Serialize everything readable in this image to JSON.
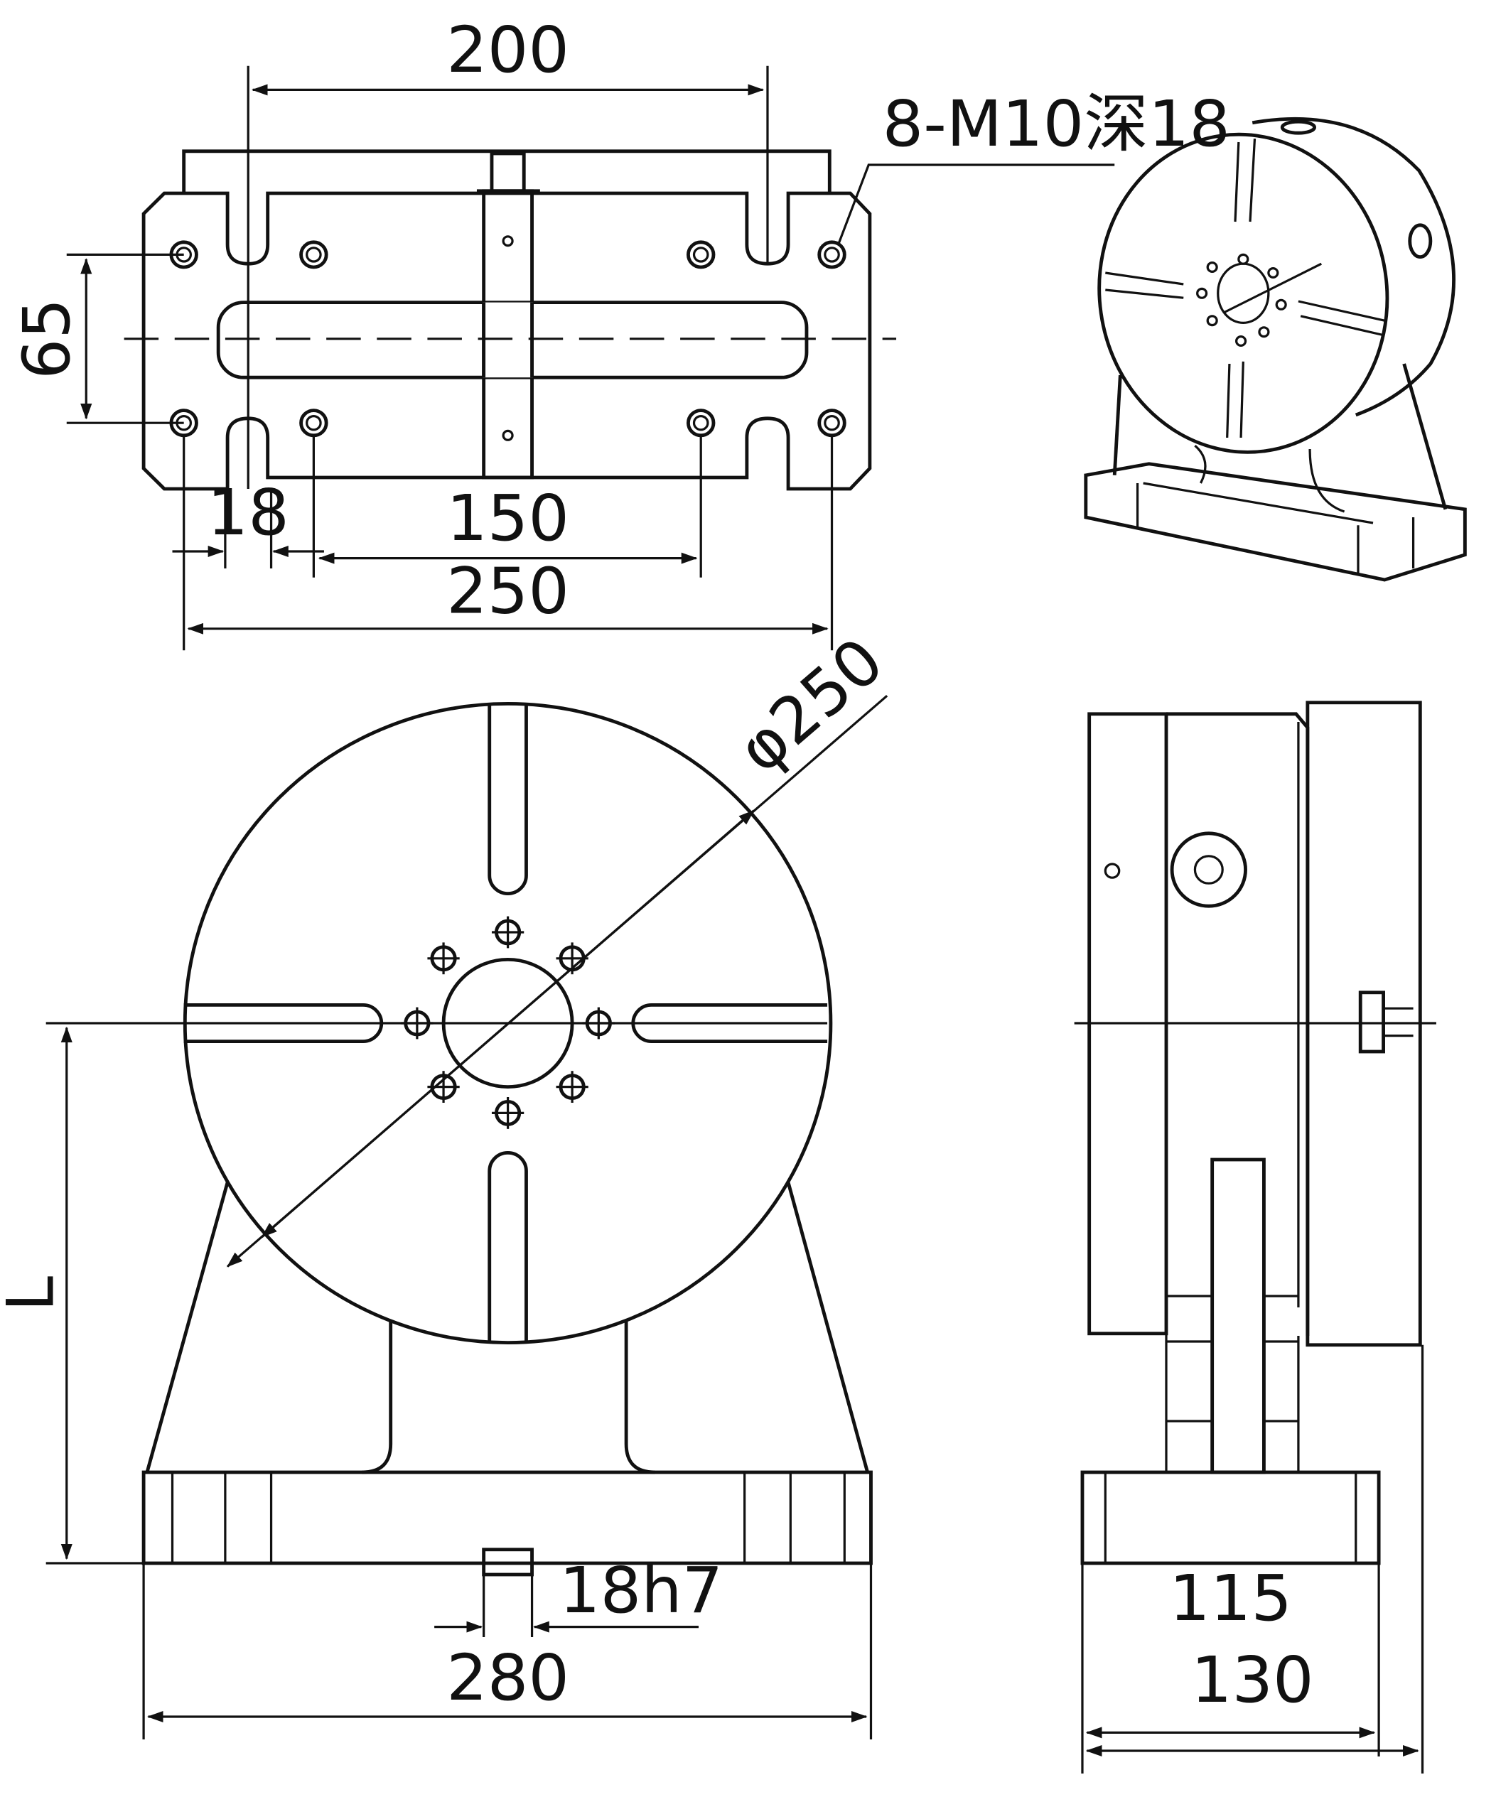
{
  "dimensions": {
    "top_span": "200",
    "callout": "8-M10深18",
    "vertical_left": "65",
    "slot_width": "18",
    "hole_span": "150",
    "base_width_top": "250",
    "diameter": "φ250",
    "height": "L",
    "key_width": "18h7",
    "base_width_front": "280",
    "side_inner": "115",
    "side_outer": "130"
  }
}
